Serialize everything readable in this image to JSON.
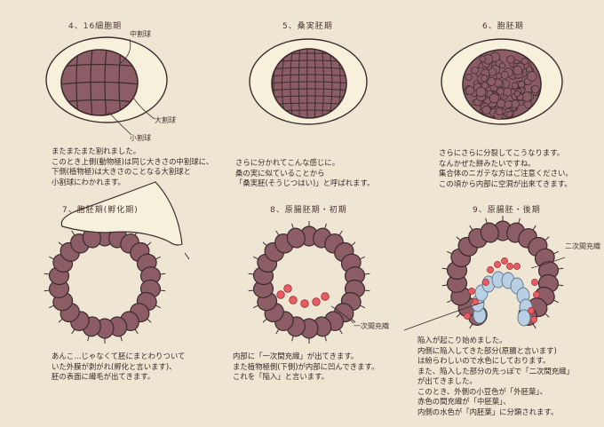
{
  "stages": [
    {
      "title": "4、16細胞期",
      "labels": [
        "中割球",
        "大割球",
        "小割球"
      ],
      "lines": [
        "またまたまた割れました。",
        "このとき上側(動物極)は同じ大きさの中割球に、",
        "下側(植物極)は大きさのことなる大割球と",
        "小割球にわかれます。"
      ]
    },
    {
      "title": "5、桑実胚期",
      "lines": [
        "さらに分かれてこんな感じに。",
        "桑の実に似ていることから",
        "「桑実胚(そうじつはい)」と呼ばれます。"
      ]
    },
    {
      "title": "6、胞胚期",
      "lines": [
        "さらにさらに分裂してこうなります。",
        "なんかぜた餅みたいですね。",
        "集合体のニガテな方はご注意ください。",
        "この頃から内部に空洞が出来てきます。"
      ]
    },
    {
      "title": "7、胞胚期(孵化期)",
      "lines": [
        "あんこ…じゃなくて胚にまとわりついて",
        "いた外膜が剥がれ(孵化と言います)、",
        "胚の表面に繊毛が出てきます。"
      ]
    },
    {
      "title": "8、原腸胚期・初期",
      "labels": [
        "一次間充織"
      ],
      "lines": [
        "内部に「一次間充織」が出てきます。",
        "また植物極側(下側)が内部に凹んできます。",
        "これを「陥入」と言います。"
      ]
    },
    {
      "title": "9、原腸胚・後期",
      "labels": [
        "二次間充織"
      ],
      "lines": [
        "陥入が起こり始めました。",
        "内側に陥入してきた部分(原腸と言います)",
        "は紛らわしいので水色にしております。",
        "また、陥入した部分の先っぽで「二次間充織」",
        "が出てきました。",
        "このとき、外側の小豆色が「外胚葉」、",
        "赤色の間充織が「中胚葉」、",
        "内側の水色が「内胚葉」に分類されます。"
      ]
    }
  ],
  "colors": {
    "cell": "#8d5d66",
    "outline": "#3c2b2e",
    "membrane": "#f7f1dc",
    "mesenchyme": "#e85c63",
    "endoderm": "#b9cfe2"
  }
}
